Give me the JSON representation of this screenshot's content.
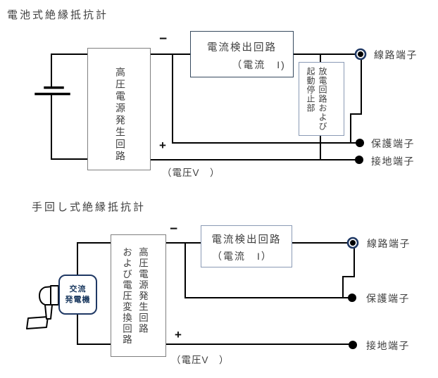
{
  "colors": {
    "wire": "#000000",
    "gray_box_border": "#7f7f7f",
    "dark_blue_box_border": "#35495e",
    "light_blue_box_border": "#8a9ab5",
    "terminal_ring_navy": "#1f3864",
    "text_gray": "#3f3f3f"
  },
  "top": {
    "title": "電池式絶縁抵抗計",
    "hv_box_text": "高圧電源発生回路",
    "detect_box_line1": "電流検出回路",
    "detect_box_line2": "（電流　I)",
    "discharge_col_right": "放電回路および",
    "discharge_col_left": "起動停止部",
    "minus_label": "−",
    "plus_label": "+",
    "voltage_label": "（電圧V　）",
    "terminal_line": "線路端子",
    "terminal_guard": "保護端子",
    "terminal_earth": "接地端子"
  },
  "bottom": {
    "title": "手回し式絶縁抵抗計",
    "generator_line1": "交流",
    "generator_line2": "発電機",
    "hv_box_col_right": "高圧電源発生回路",
    "hv_box_col_left": "および電圧変換回路",
    "detect_box_line1": "電流検出回路",
    "detect_box_line2": "（電流　I）",
    "minus_label": "−",
    "plus_label": "+",
    "voltage_label": "（電圧V　）",
    "terminal_line": "線路端子",
    "terminal_guard": "保護端子",
    "terminal_earth": "接地端子"
  }
}
